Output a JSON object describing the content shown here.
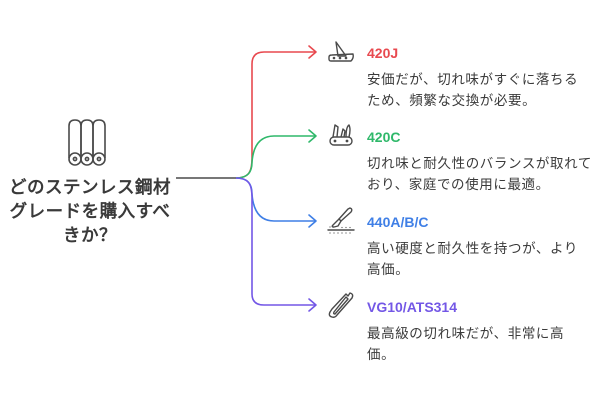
{
  "root": {
    "title": "どのステンレス鋼材グレードを購入すべきか？",
    "icon": "steel-rolls-icon"
  },
  "branches": [
    {
      "title": "420J",
      "description": "安価だが、切れ味がすぐに落ちるため、頻繁な交換が必要。",
      "icon": "folding-knife-icon",
      "color": "#e8494f"
    },
    {
      "title": "420C",
      "description": "切れ味と耐久性のバランスが取れており、家庭での使用に最適。",
      "icon": "multi-tool-knife-icon",
      "color": "#2fb86a"
    },
    {
      "title": "440A/B/C",
      "description": "高い硬度と耐久性を持つが、より高価。",
      "icon": "scalpel-cutting-icon",
      "color": "#3f7fe6"
    },
    {
      "title": "VG10/ATS314",
      "description": "最高級の切れ味だが、非常に高価。",
      "icon": "clip-knife-icon",
      "color": "#7357e6"
    }
  ],
  "colors": {
    "stem": "#4a4a4a",
    "text": "#3a3a3a"
  }
}
